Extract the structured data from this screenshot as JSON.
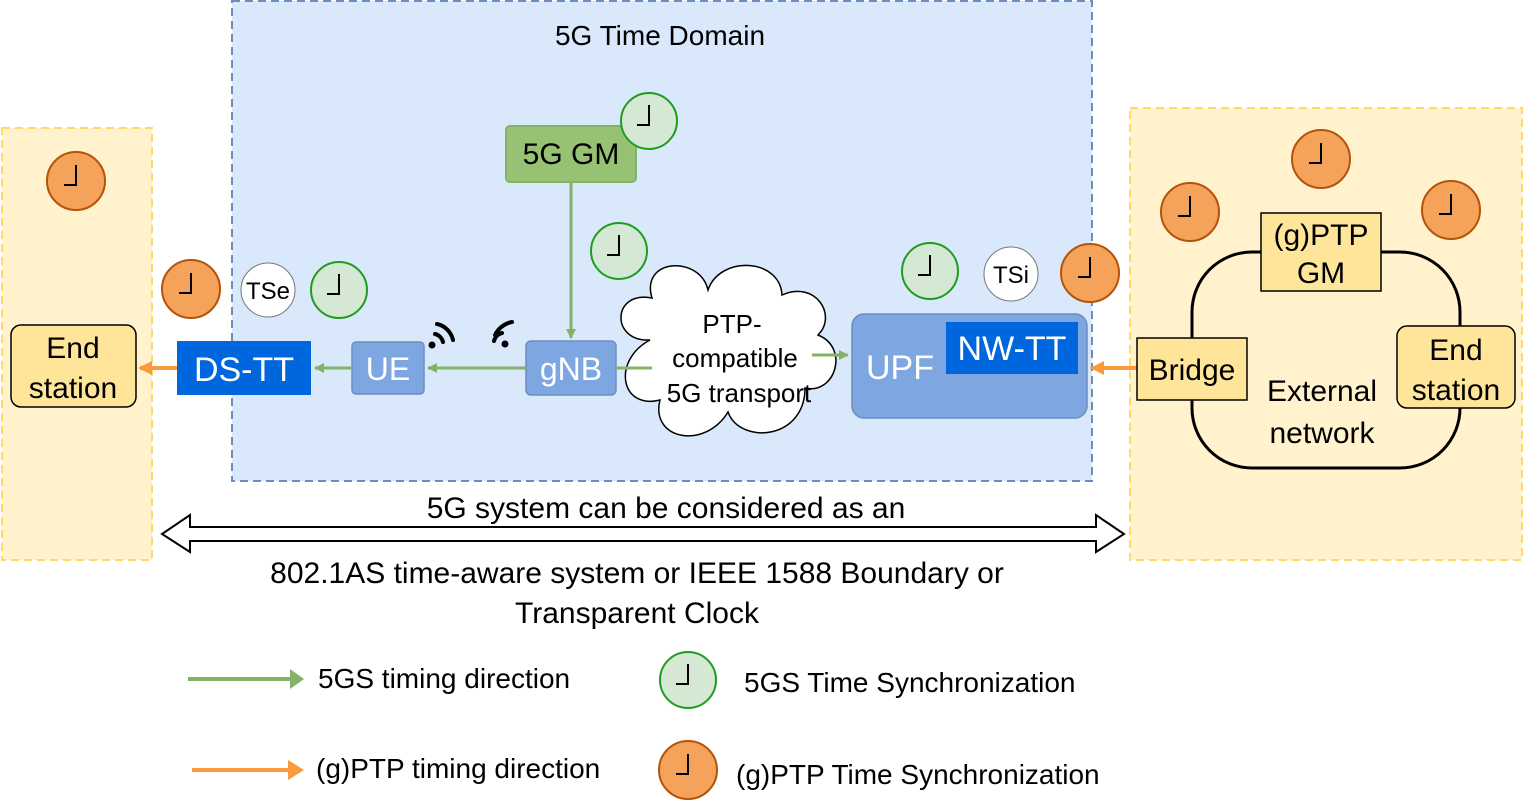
{
  "domain_title": "5G Time Domain",
  "nodes": {
    "gm": "5G GM",
    "gnb": "gNB",
    "ue": "UE",
    "dstt": "DS-TT",
    "upf": "UPF",
    "nwtt": "NW-TT",
    "tse": "TSe",
    "tsi": "TSi",
    "left_end_station": [
      "End",
      "station"
    ],
    "right_end_station": [
      "End",
      "station"
    ],
    "bridge": "Bridge",
    "ptp_gm": [
      "(g)PTP",
      "GM"
    ],
    "external_network": [
      "External",
      "network"
    ],
    "transport_cloud": [
      "PTP-",
      "compatible",
      "5G transport"
    ]
  },
  "span_caption": {
    "top": "5G system can be considered as an",
    "line2": "802.1AS time-aware system or IEEE 1588 Boundary or",
    "line3": "Transparent Clock"
  },
  "legend": {
    "green_arrow": "5GS timing direction",
    "orange_arrow": "(g)PTP timing direction",
    "green_clock": "5GS Time Synchronization",
    "orange_clock": "(g)PTP Time Synchronization"
  },
  "colors": {
    "domain_fill": "#dae8fc",
    "domain_border": "#6c8ebf",
    "side_fill": "#fff2cc",
    "side_border": "#ffd966",
    "node_blue": "#7ea6e0",
    "tt_blue": "#0066dd",
    "gm_green": "#97c173",
    "green_arrow": "#82b366",
    "orange_arrow": "#fa9a3c",
    "green_clock": "#d5e8d4",
    "green_clock_border": "#1f9c1f",
    "orange_clock": "#f5a35b",
    "orange_clock_border": "#b45309",
    "yellow_box": "#ffe599"
  }
}
